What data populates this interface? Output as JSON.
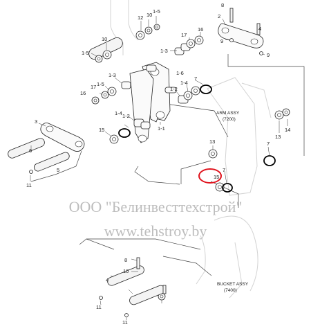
{
  "labels": {
    "l12": "12",
    "l10a": "10",
    "l1_5a": "1-5",
    "l2": "2",
    "l8a": "8",
    "l10b": "10",
    "l17a": "17",
    "l16a": "16",
    "l9a": "9",
    "l1_5b": "1-5",
    "l1_3a": "1-3",
    "l4": "4",
    "l9b": "9",
    "l1_6": "1-6",
    "l1_3b": "1-3",
    "l1_5c": "1-5",
    "l7a": "7",
    "l17b": "17",
    "l16b": "16",
    "l1_4a": "1-4",
    "l1_2a": "1-2",
    "l1_4b": "1-4",
    "l1_2b": "1-2",
    "l3": "3",
    "l1_1": "1-1",
    "l15a": "15",
    "l13a": "13",
    "l14": "14",
    "l7b": "7",
    "l6": "6",
    "l13b": "13",
    "l5": "5",
    "l15b": "15",
    "l7c": "7",
    "l11a": "11",
    "l8b": "8",
    "l10c": "10",
    "l4b": "4",
    "l11b": "11",
    "l11c": "11"
  },
  "assemblies": {
    "arm_line1": "ARM ASSY",
    "arm_line2": "(7200)",
    "bucket_line1": "BUCKET ASSY",
    "bucket_line2": "(7400)"
  },
  "watermark": {
    "line1": "ООО \"Белинвесттехстрой\"",
    "line2": "www.tehstroy.by"
  },
  "highlight_color": "#e0141e"
}
